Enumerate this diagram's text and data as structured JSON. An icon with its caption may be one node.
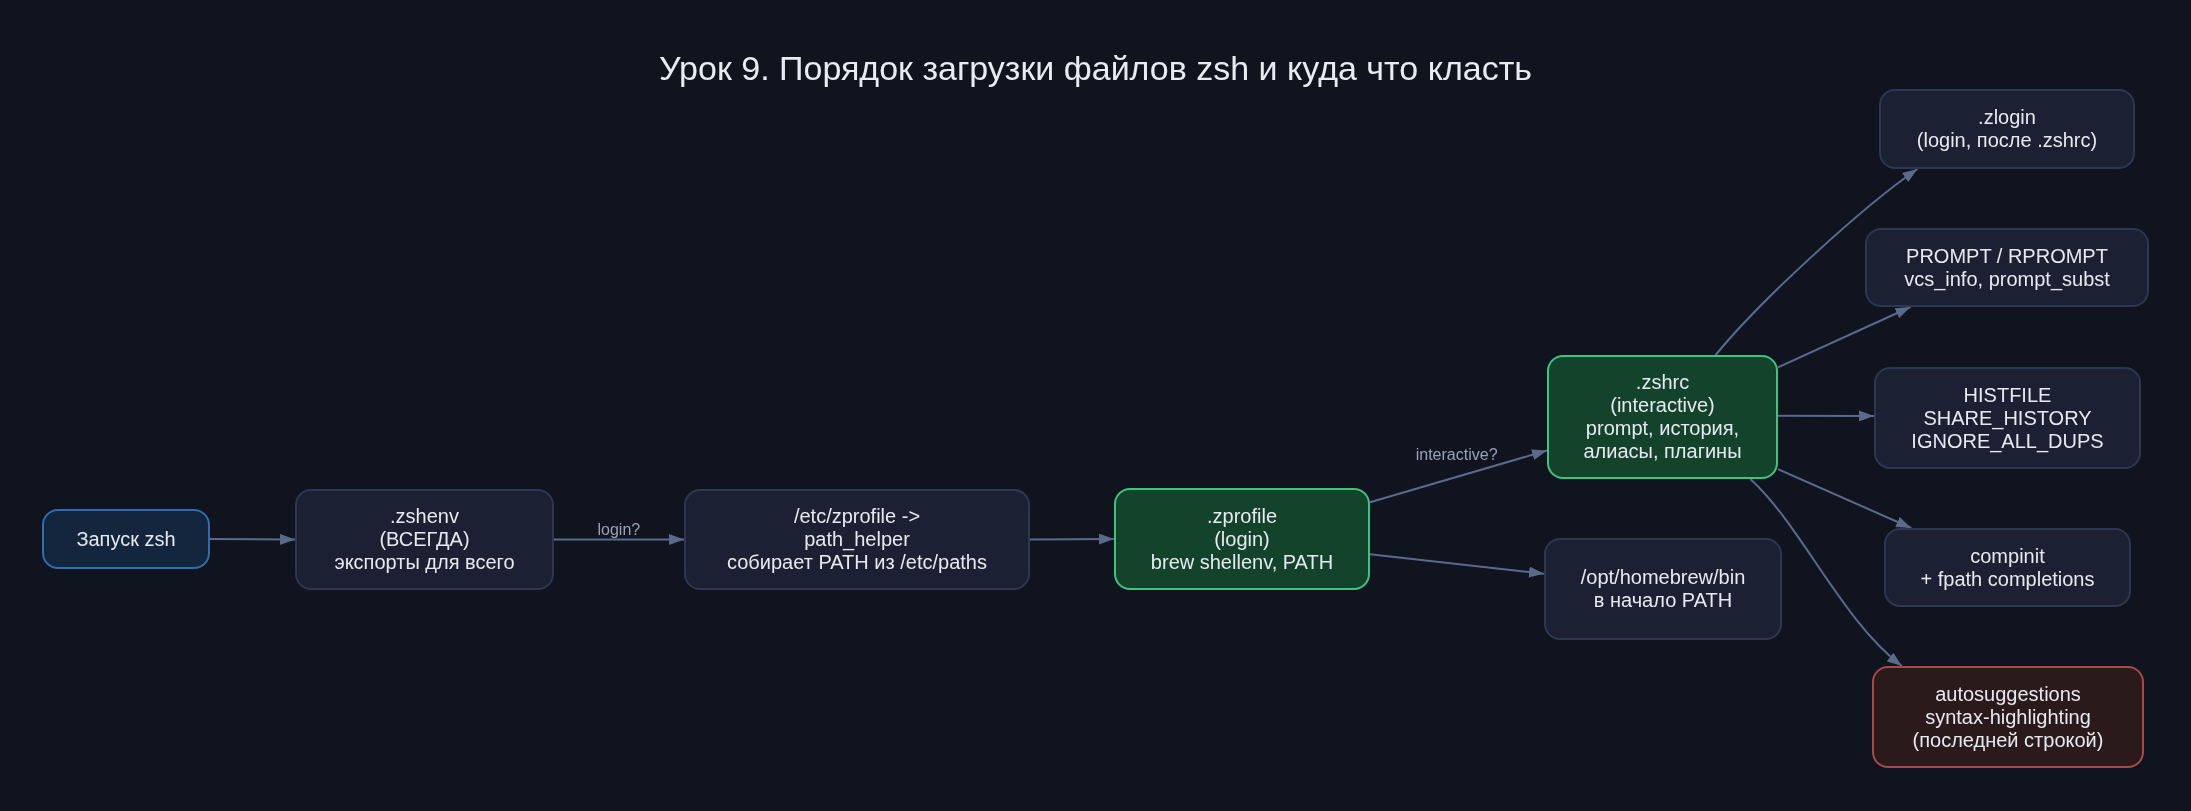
{
  "diagram": {
    "title": "Урок 9. Порядок загрузки файлов zsh и куда что класть",
    "nodes": [
      {
        "text": [
          "Запуск zsh"
        ]
      },
      {
        "text": [
          ".zshenv (ВСЕГДА) экспорты для всего"
        ]
      },
      {
        "text": [
          "/etc/zprofile -> path_helper собирает PATH из /etc/paths"
        ]
      },
      {
        "text": [
          ".zprofile (login) brew shellenv, PATH"
        ]
      },
      {
        "text": [
          "/opt/homebrew/bin в начало PATH"
        ]
      },
      {
        "text": [
          ".zshrc (interactive) prompt, история, алиасы, плагины"
        ]
      },
      {
        "text": [
          ".zlogin (login, после .zshrc)"
        ]
      },
      {
        "text": [
          "PROMPT / RPROMPT vcs_info, prompt_subst"
        ]
      },
      {
        "text": [
          "HISTFILE SHARE_HISTORY IGNORE_ALL_DUPS"
        ]
      },
      {
        "text": [
          "compinit + fpath completions"
        ]
      },
      {
        "text": [
          "autosuggestions syntax-highlighting (последней строкой)"
        ]
      }
    ],
    "edges": [
      {
        "from": 0,
        "to": 1,
        "arrow": "to"
      },
      {
        "from": 1,
        "to": 2,
        "arrow": "to",
        "label": "login?"
      },
      {
        "from": 2,
        "to": 3,
        "arrow": "to"
      },
      {
        "from": 3,
        "to": 5,
        "arrow": "to",
        "label": "interactive?"
      },
      {
        "from": 3,
        "to": 4,
        "arrow": "to"
      },
      {
        "from": 5,
        "to": 6,
        "arrow": "to"
      },
      {
        "from": 5,
        "to": 7,
        "arrow": "to"
      },
      {
        "from": 5,
        "to": 8,
        "arrow": "to"
      },
      {
        "from": 5,
        "to": 9,
        "arrow": "to"
      },
      {
        "from": 5,
        "to": 10,
        "arrow": "to"
      }
    ]
  }
}
